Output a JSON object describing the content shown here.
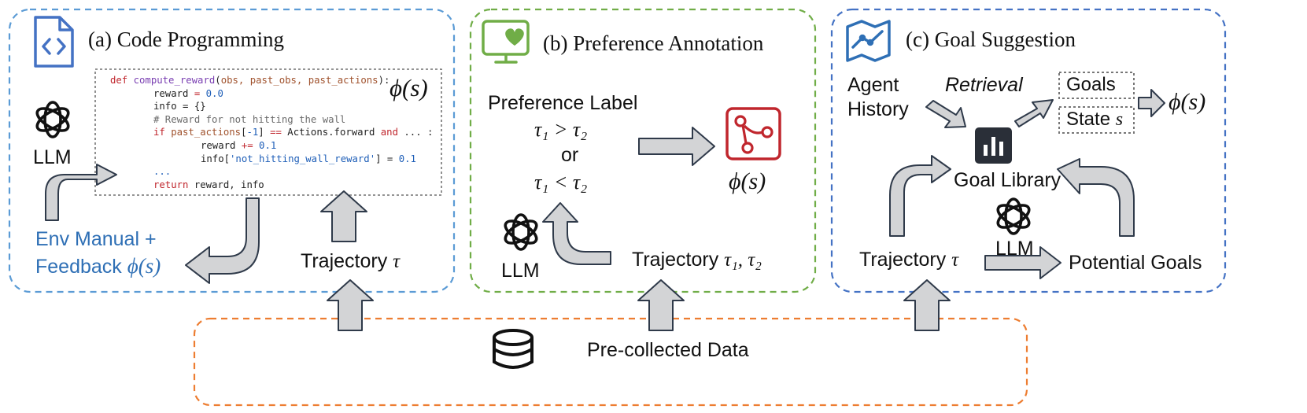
{
  "panels": {
    "a": {
      "title": "(a) Code Programming",
      "llm": "LLM",
      "env_manual_line1": "Env Manual +",
      "env_manual_line2": "Feedback ",
      "phi_s": "ϕ(s)",
      "trajectory": "Trajectory ",
      "tau": "τ",
      "code_lines": [
        "def compute_reward(obs, past_obs, past_actions):",
        "reward = 0.0",
        "info = {}",
        "# Reward for not hitting the wall",
        "if past_actions[-1] == Actions.forward and ... :",
        "reward += 0.1",
        "info['not_hitting_wall_reward'] = 0.1",
        "...",
        "return reward, info"
      ]
    },
    "b": {
      "title": "(b) Preference Annotation",
      "preference_label": "Preference Label",
      "pref_gt": "τ₁ > τ₂",
      "or": "or",
      "pref_lt": "τ₁ < τ₂",
      "phi_s": "ϕ(s)",
      "llm": "LLM",
      "trajectory": "Trajectory ",
      "taus": "τ₁, τ₂"
    },
    "c": {
      "title": "(c) Goal Suggestion",
      "agent": "Agent",
      "history": "History",
      "retrieval": "Retrieval",
      "goals": "Goals",
      "state": "State ",
      "state_s": "s",
      "phi_s": "ϕ(s)",
      "goal_library": "Goal Library",
      "llm": "LLM",
      "trajectory": "Trajectory ",
      "tau": "τ",
      "potential_goals": "Potential Goals"
    }
  },
  "data_source": {
    "label": "Pre-collected Data"
  },
  "colors": {
    "panel_a_border": "#5b9bd5",
    "panel_b_border": "#70ad47",
    "panel_c_border": "#4472c4",
    "data_border": "#ed7d31",
    "arrow_fill": "#d3d4d6",
    "arrow_stroke": "#2f3a4a",
    "accent_red": "#c0262d",
    "accent_green": "#70ad47",
    "accent_blue": "#2e6fb5"
  }
}
